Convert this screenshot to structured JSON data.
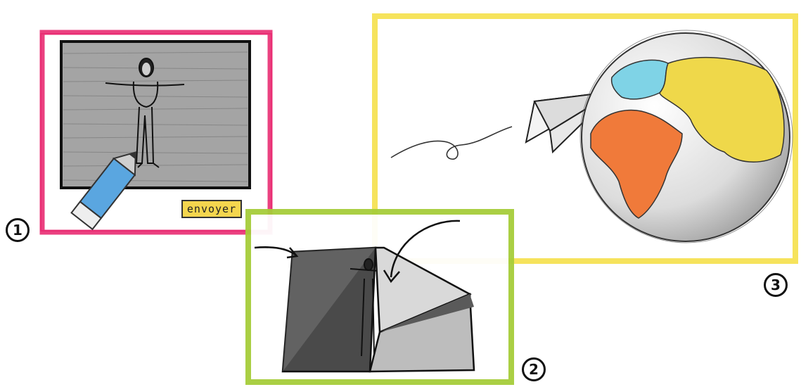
{
  "panel1": {
    "frame_color": "#e8206a",
    "screen_color": "#9a9a9a",
    "send_button_label": "envoyer",
    "button_color": "#f4d64e",
    "number": "1"
  },
  "panel2": {
    "frame_color": "#a6cd3a",
    "number": "2"
  },
  "panel3": {
    "frame_color": "#f5e04a",
    "land_colors": {
      "europe": "#7fd3e6",
      "africa": "#f07a3a",
      "asia": "#efd84a"
    },
    "number": "3"
  },
  "icons": [
    "pencil-icon",
    "stick-figure",
    "paper-plane-icon",
    "globe-icon",
    "arrow-icon"
  ]
}
